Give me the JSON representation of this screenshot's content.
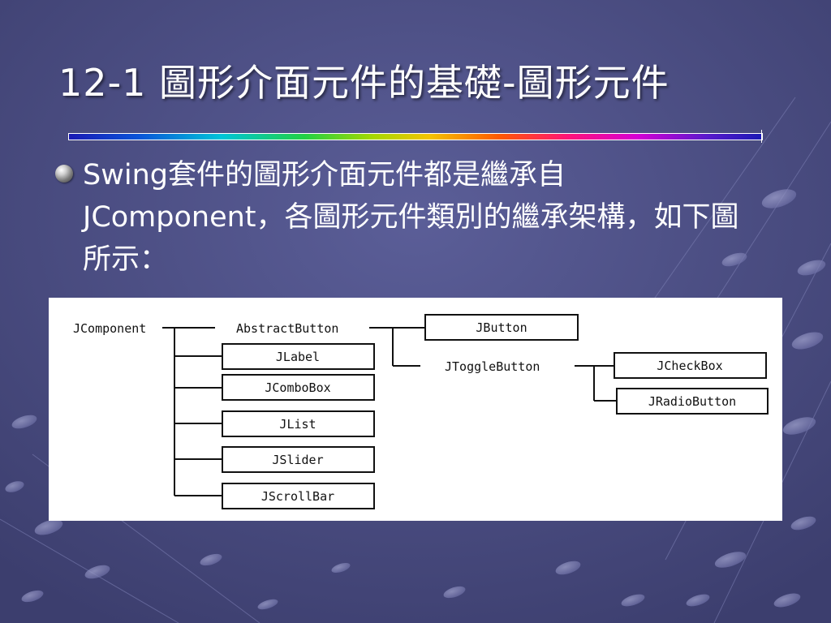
{
  "slide": {
    "title": "12-1 圖形介面元件的基礎-圖形元件",
    "bullet_text": "Swing套件的圖形介面元件都是繼承自JComponent，各圖形元件類別的繼承架構，如下圖所示："
  },
  "diagram": {
    "nodes": {
      "jcomponent": "JComponent",
      "abstractbutton": "AbstractButton",
      "jbutton": "JButton",
      "jlabel": "JLabel",
      "jcombobox": "JComboBox",
      "jlist": "JList",
      "jslider": "JSlider",
      "jscrollbar": "JScrollBar",
      "jtogglebutton": "JToggleButton",
      "jcheckbox": "JCheckBox",
      "jradiobutton": "JRadioButton"
    },
    "edges": [
      [
        "jcomponent",
        "abstractbutton"
      ],
      [
        "jcomponent",
        "jlabel"
      ],
      [
        "jcomponent",
        "jcombobox"
      ],
      [
        "jcomponent",
        "jlist"
      ],
      [
        "jcomponent",
        "jslider"
      ],
      [
        "jcomponent",
        "jscrollbar"
      ],
      [
        "abstractbutton",
        "jbutton"
      ],
      [
        "abstractbutton",
        "jtogglebutton"
      ],
      [
        "jtogglebutton",
        "jcheckbox"
      ],
      [
        "jtogglebutton",
        "jradiobutton"
      ]
    ]
  }
}
